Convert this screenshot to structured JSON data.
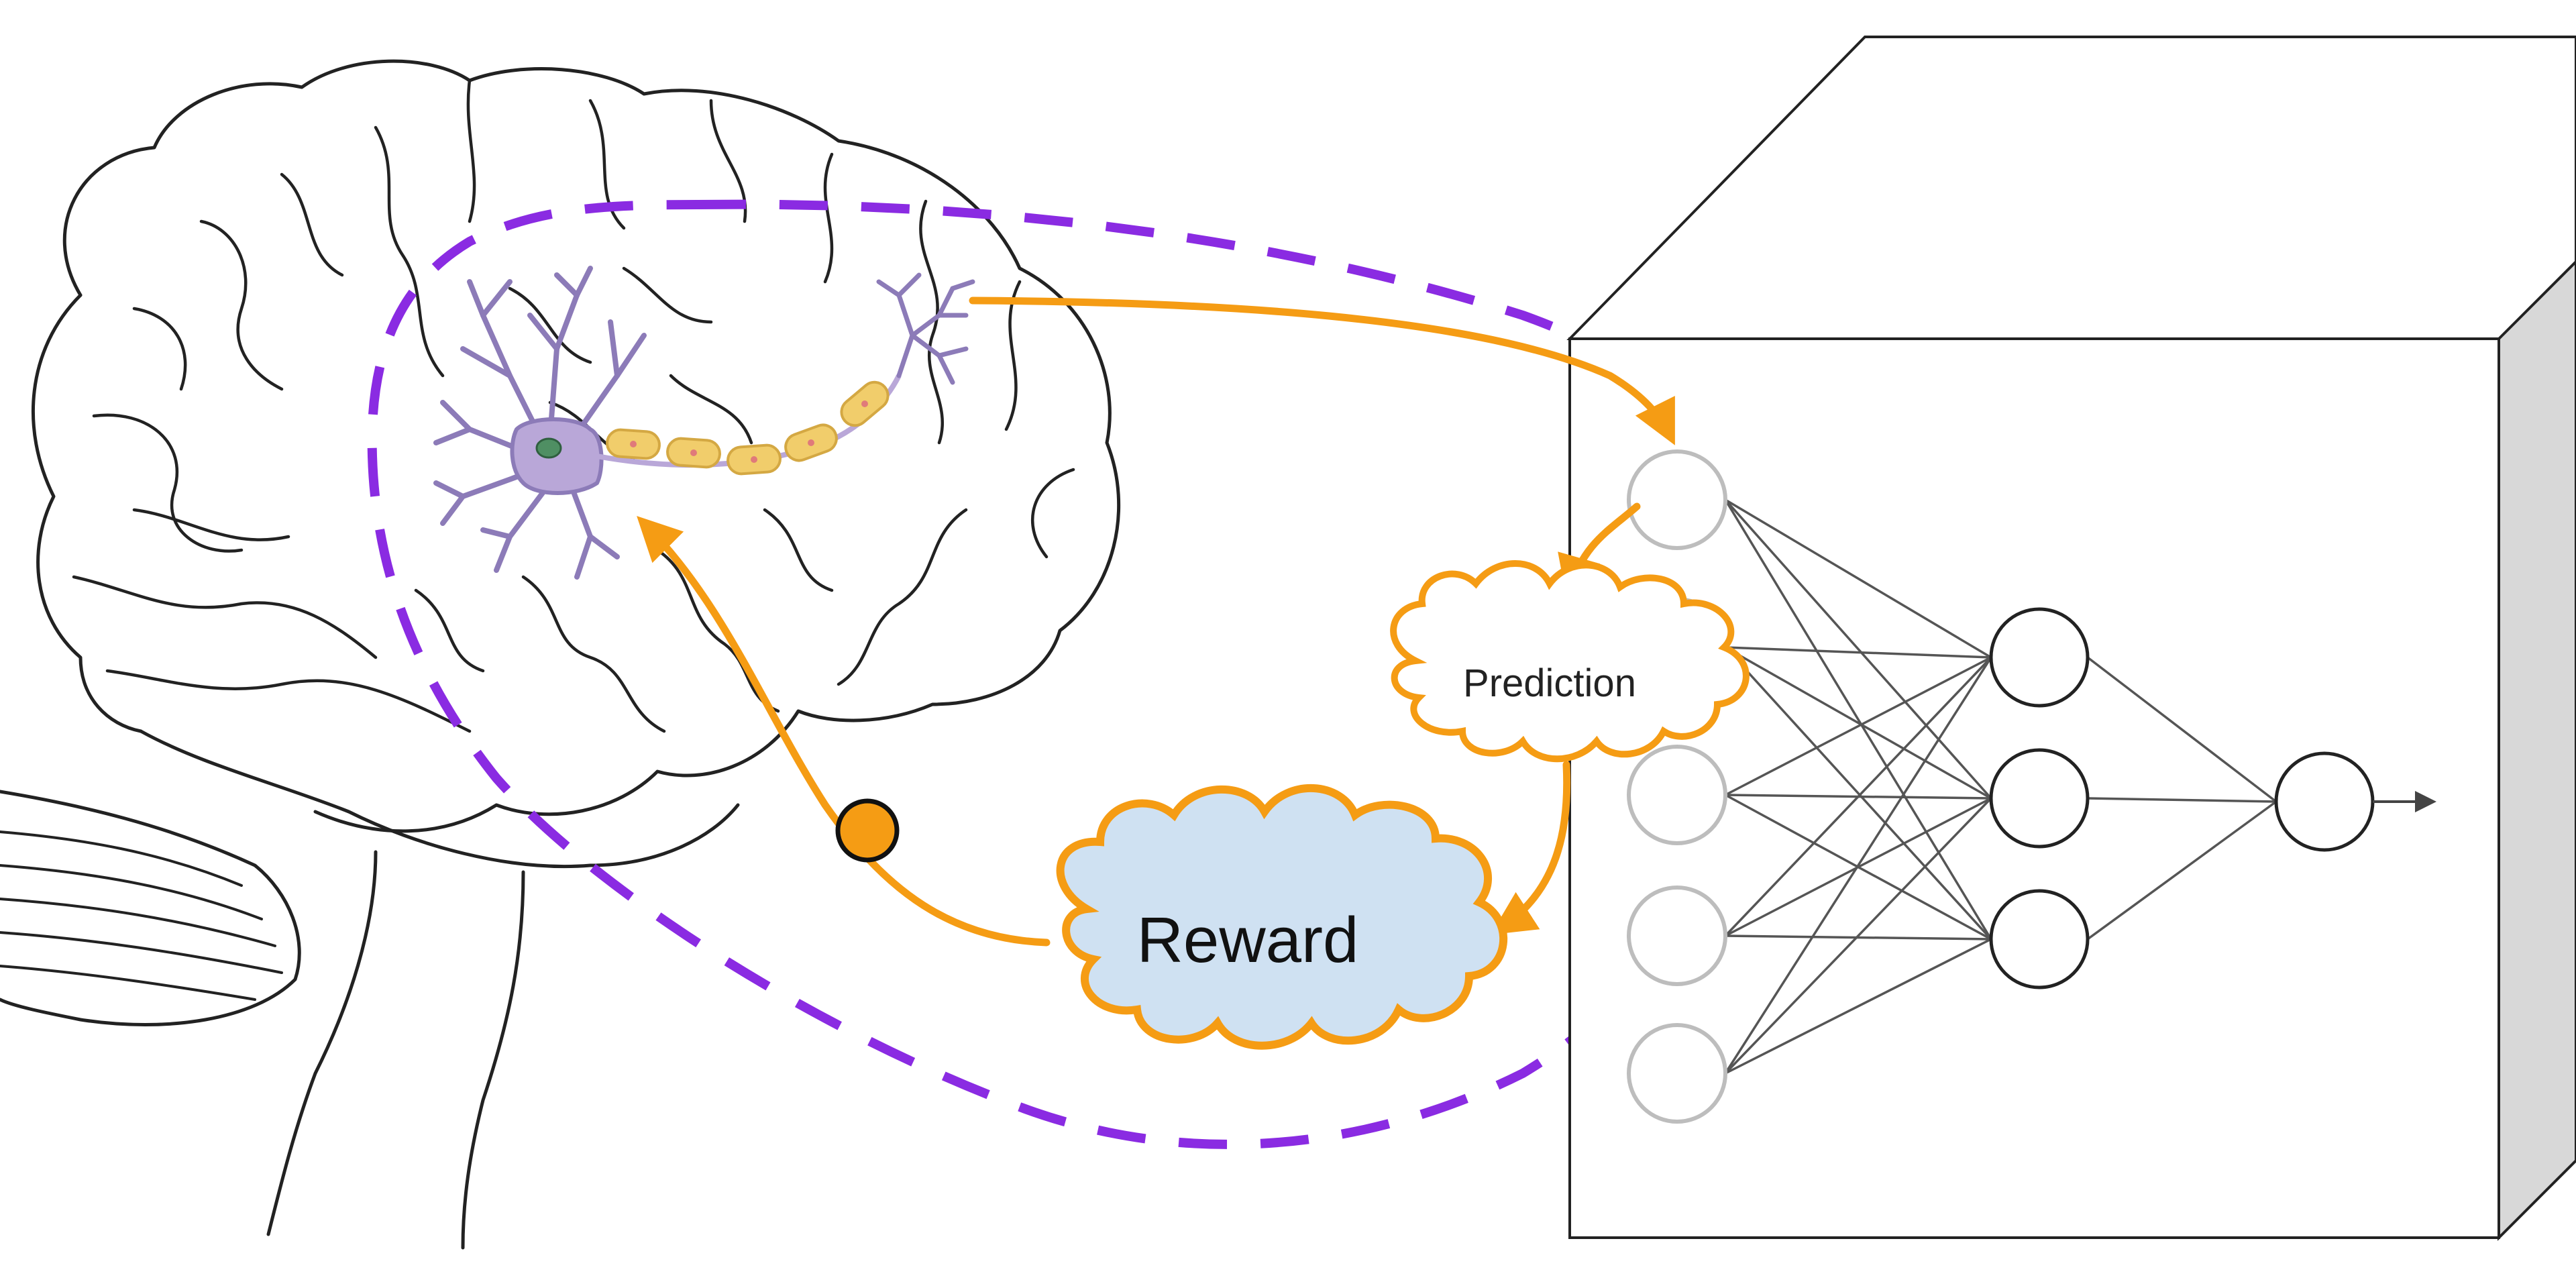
{
  "labels": {
    "prediction": "Prediction",
    "reward": "Reward"
  },
  "colors": {
    "arrow": "#f59c14",
    "loop": "#8a2be2",
    "neuron_body": "#b9a7d8",
    "neuron_stroke": "#8c7bb8",
    "neuron_nucleus": "#4f8f63",
    "myelin": "#f1cd6b",
    "myelin_stroke": "#d4a843",
    "reward_fill": "#cfe1f2",
    "prediction_fill": "#ffffff",
    "brain_stroke": "#222222",
    "box_side": "#d8d8d8",
    "edge": "#555555",
    "input_node_stroke": "#bdbdbd",
    "node_stroke": "#222222"
  },
  "network": {
    "layers": [
      5,
      3,
      1
    ],
    "has_output_arrow": true
  }
}
